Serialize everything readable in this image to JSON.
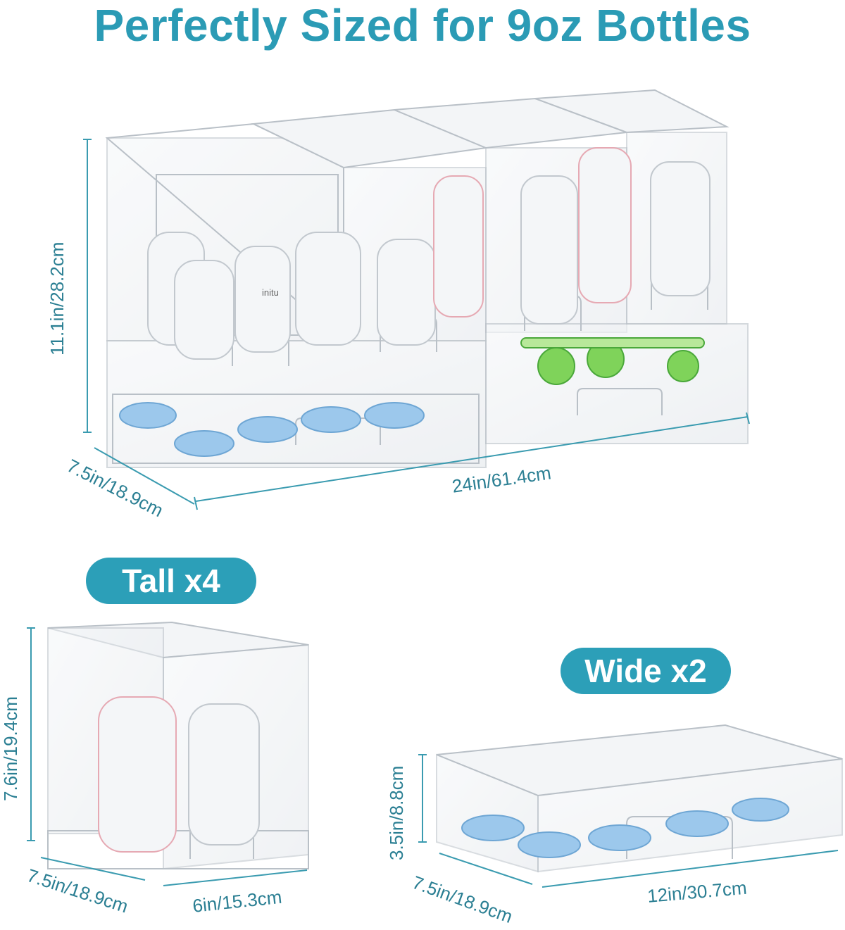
{
  "title": "Perfectly Sized for 9oz Bottles",
  "accent_color": "#2c9fb8",
  "dimension_color": "#2b7f93",
  "set": {
    "height": "11.1in/28.2cm",
    "depth": "7.5in/18.9cm",
    "width": "24in/61.4cm"
  },
  "tall": {
    "label": "Tall x4",
    "height": "7.6in/19.4cm",
    "depth": "7.5in/18.9cm",
    "width": "6in/15.3cm"
  },
  "wide": {
    "label": "Wide x2",
    "height": "3.5in/8.8cm",
    "depth": "7.5in/18.9cm",
    "width": "12in/30.7cm"
  },
  "brand_mark": "initu"
}
